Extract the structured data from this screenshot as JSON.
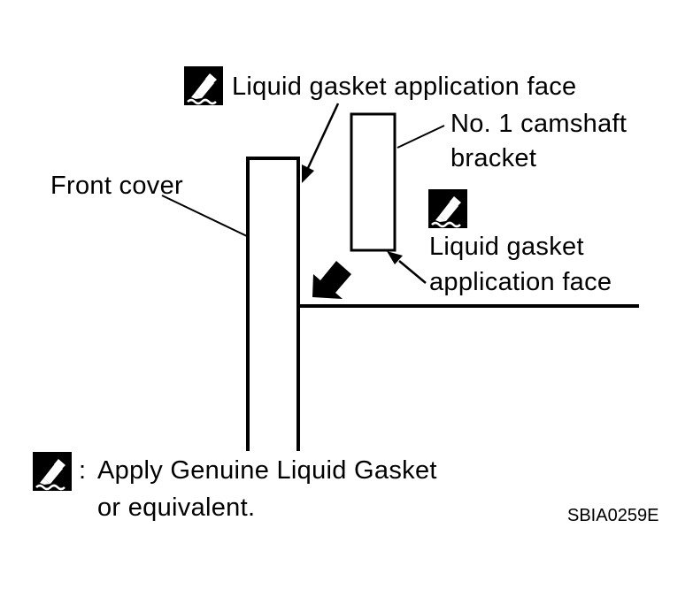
{
  "labels": {
    "top_face": "Liquid gasket application face",
    "bracket_line1": "No. 1 camshaft",
    "bracket_line2": "bracket",
    "front_cover": "Front cover",
    "right_face_line1": "Liquid gasket",
    "right_face_line2": "application face",
    "legend_colon": ":",
    "legend_line1": "Apply Genuine Liquid Gasket",
    "legend_line2": "or equivalent.",
    "figure_code": "SBIA0259E"
  },
  "icons": {
    "gasket_icon": "liquid-gasket-tube-icon",
    "arrow": "filled-arrow-icon"
  },
  "colors": {
    "ink": "#000000",
    "background": "#ffffff"
  }
}
